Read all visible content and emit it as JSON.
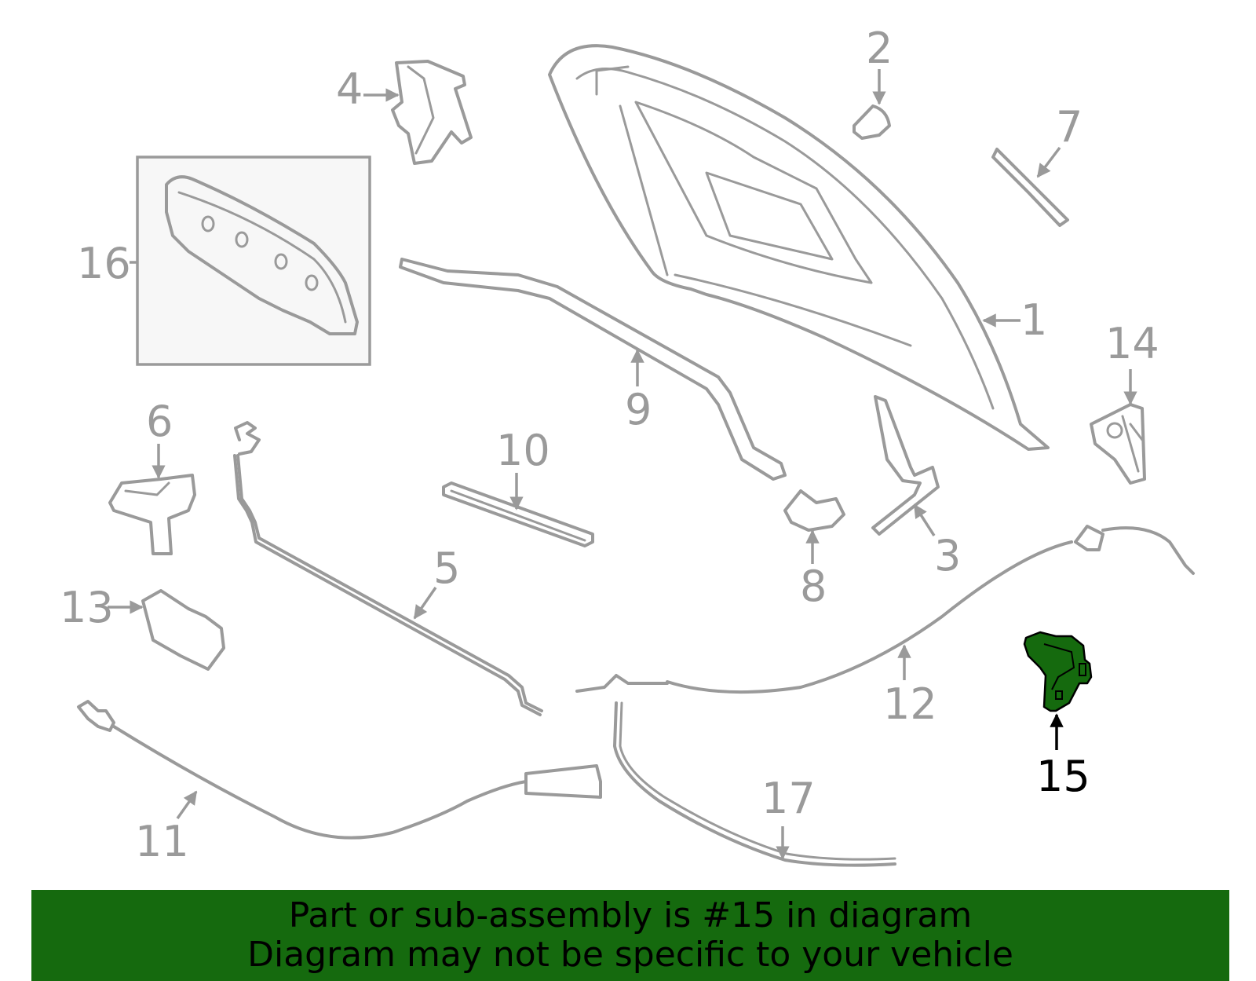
{
  "diagram": {
    "highlight_color": "#156a0e",
    "part_stroke_color": "#9a9a9a",
    "callouts": [
      {
        "id": "1",
        "label": "1"
      },
      {
        "id": "2",
        "label": "2"
      },
      {
        "id": "3",
        "label": "3"
      },
      {
        "id": "4",
        "label": "4"
      },
      {
        "id": "5",
        "label": "5"
      },
      {
        "id": "6",
        "label": "6"
      },
      {
        "id": "7",
        "label": "7"
      },
      {
        "id": "8",
        "label": "8"
      },
      {
        "id": "9",
        "label": "9"
      },
      {
        "id": "10",
        "label": "10"
      },
      {
        "id": "11",
        "label": "11"
      },
      {
        "id": "12",
        "label": "12"
      },
      {
        "id": "13",
        "label": "13"
      },
      {
        "id": "14",
        "label": "14"
      },
      {
        "id": "15",
        "label": "15"
      },
      {
        "id": "16",
        "label": "16"
      },
      {
        "id": "17",
        "label": "17"
      }
    ],
    "highlighted_part": "15"
  },
  "banner": {
    "line1": "Part or sub-assembly is #15 in diagram",
    "line2": "Diagram may not be specific to your vehicle"
  }
}
